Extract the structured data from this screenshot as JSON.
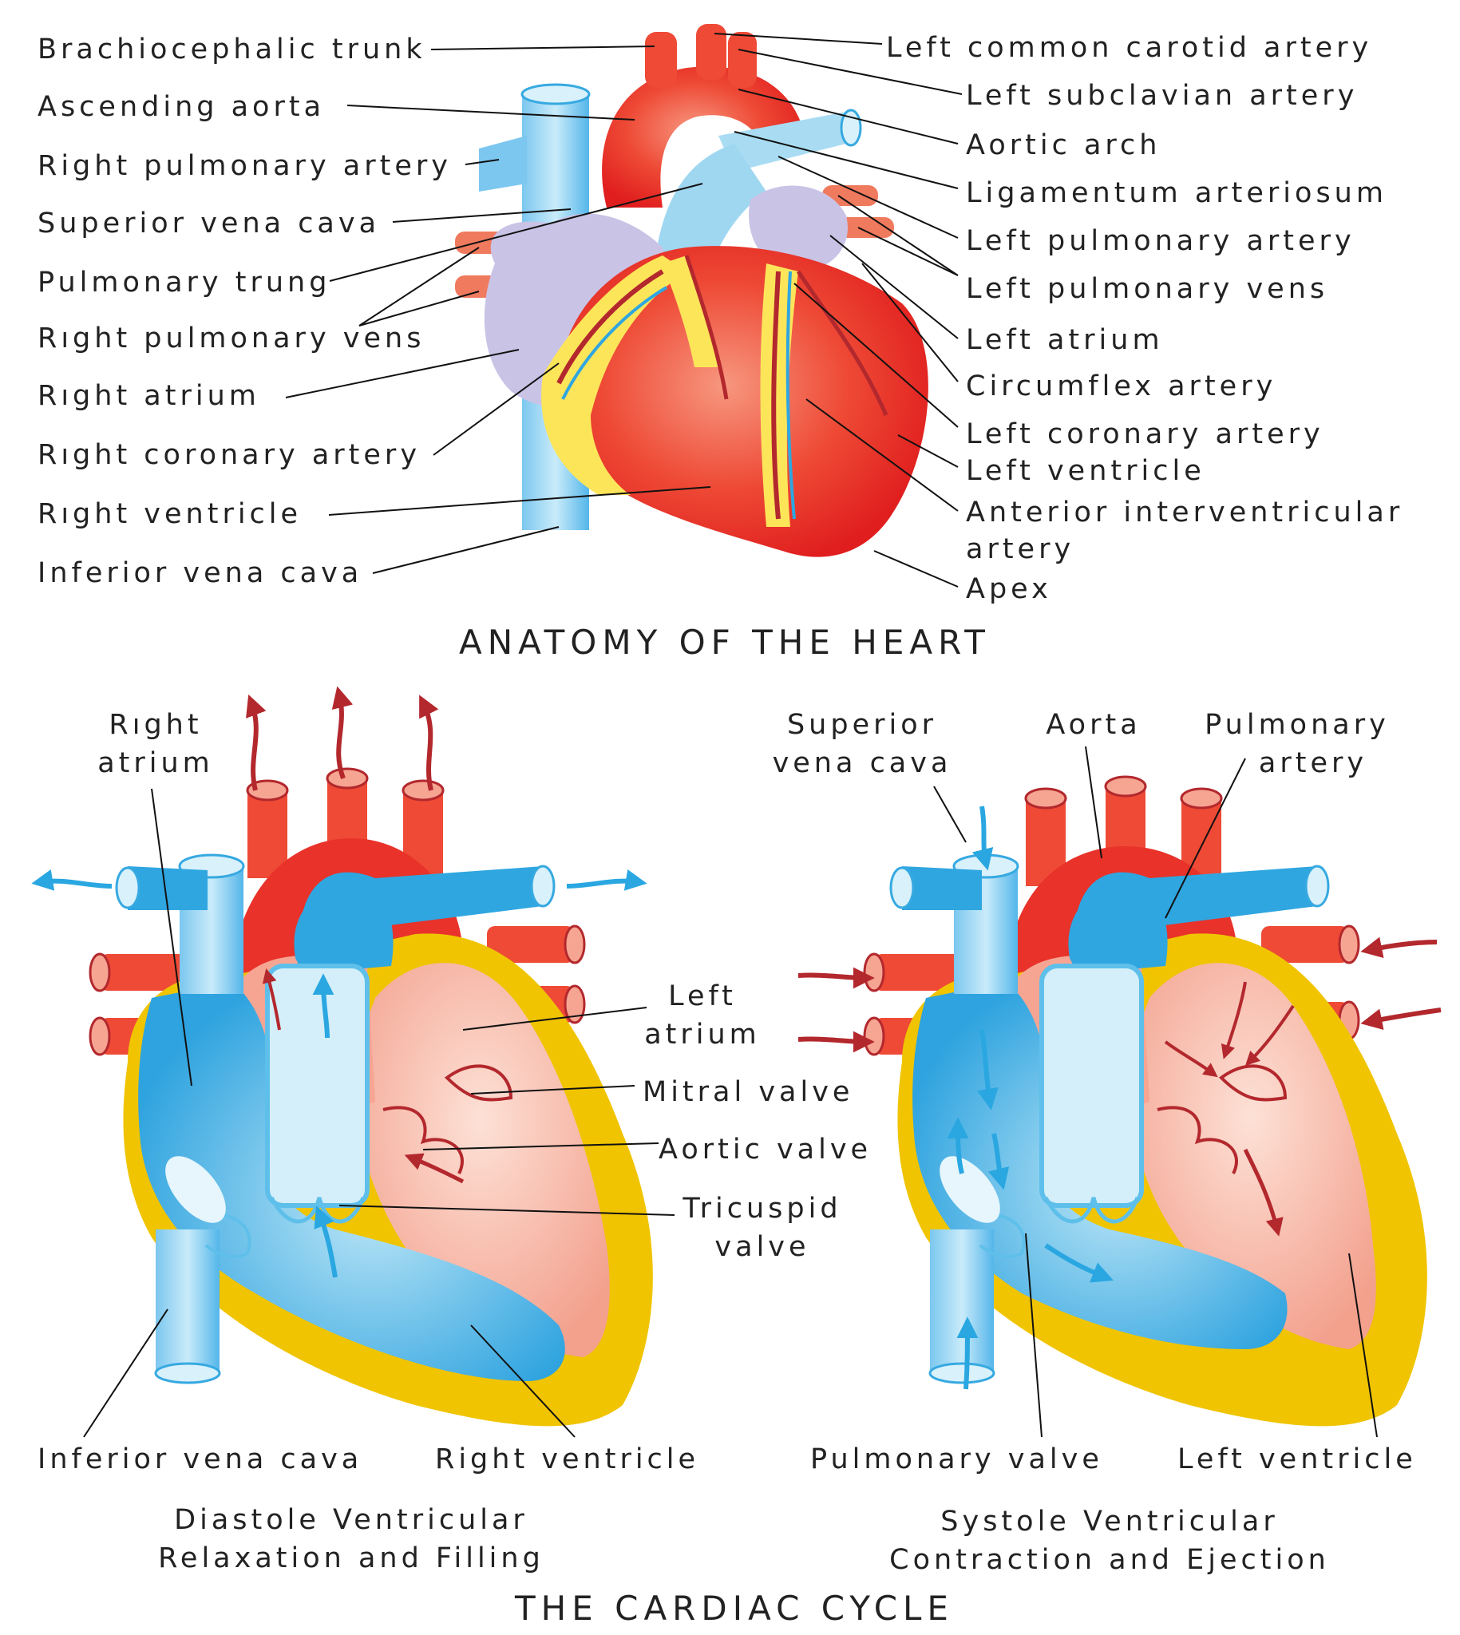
{
  "anatomy": {
    "title": "ANATOMY OF THE HEART",
    "labels_left": [
      "Brachiocephalic trunk",
      "Ascending aorta",
      "Right pulmonary artery",
      "Superior vena cava",
      "Pulmonary trung",
      "Rıght pulmonary vens",
      "Rıght atrium",
      "Rıght coronary artery",
      "Rıght ventricle",
      "Inferior vena cava"
    ],
    "labels_right": [
      "Left common carotid artery",
      "Left subclavian artery",
      "Aortic arch",
      "Ligamentum arteriosum",
      "Left pulmonary artery",
      "Left pulmonary vens",
      "Left atrium",
      "Circumflex artery",
      "Left coronary artery",
      "Left ventricle",
      "Anterior interventricular",
      "artery",
      "Apex"
    ]
  },
  "cardiac_cycle": {
    "title": "THE CARDIAC CYCLE",
    "diastole": {
      "right_atrium_1": "Rıght",
      "right_atrium_2": "atrium",
      "left_atrium_1": "Left",
      "left_atrium_2": "atrium",
      "mitral_valve": "Mitral valve",
      "aortic_valve": "Aortic valve",
      "tricuspid_1": "Tricuspid",
      "tricuspid_2": "valve",
      "inferior_vena_cava": "Inferior vena cava",
      "right_ventricle": "Right ventricle",
      "caption_1": "Diastole Ventricular",
      "caption_2": "Relaxation and Filling"
    },
    "systole": {
      "svc_1": "Superior",
      "svc_2": "vena cava",
      "aorta": "Aorta",
      "pa_1": "Pulmonary",
      "pa_2": "artery",
      "pulmonary_valve": "Pulmonary valve",
      "left_ventricle": "Left ventricle",
      "caption_1": "Systole Ventricular",
      "caption_2": "Contraction and Ejection"
    }
  },
  "colors": {
    "red": "#e8322a",
    "dark_red": "#b3282d",
    "pink": "#f6a593",
    "blue": "#2fa6e0",
    "light_blue": "#a9dcf3",
    "yellow": "#f0c400",
    "purple": "#c9c3e6",
    "fat_yellow": "#fde55a"
  }
}
